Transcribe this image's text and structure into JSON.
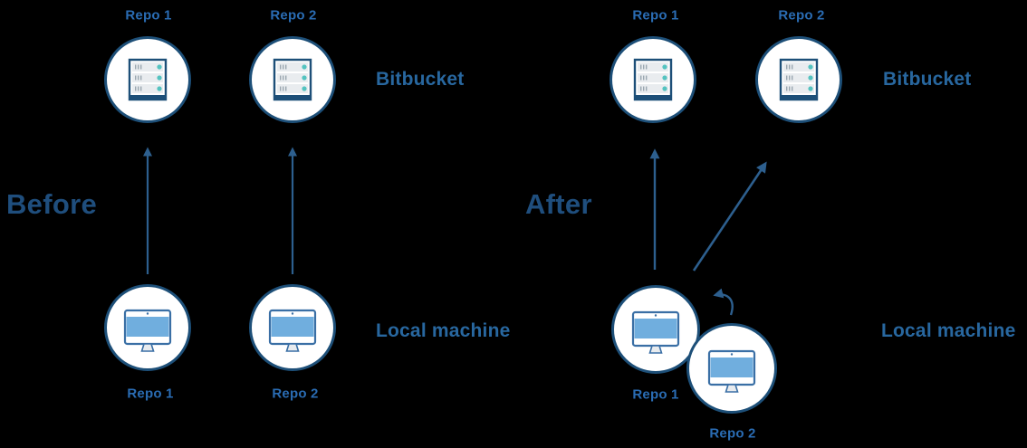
{
  "diagram": {
    "description": "Before and after diagram of two Bitbucket repositories and local machine repositories",
    "colors": {
      "background": "#000000",
      "title_navy": "#1f4e7d",
      "label_blue": "#2a6cb3",
      "side_label_blue": "#28679f",
      "circle_border": "#1d4f78",
      "arrow": "#2d5f8e",
      "screen_blue": "#70aede",
      "server_row_gray": "#e9ecef",
      "teal_dot": "#54c3c0"
    },
    "before": {
      "title": "Before",
      "bitbucket_label": "Bitbucket",
      "local_label": "Local machine",
      "remote_repos": [
        {
          "label": "Repo 1"
        },
        {
          "label": "Repo 2"
        }
      ],
      "local_repos": [
        {
          "label": "Repo 1"
        },
        {
          "label": "Repo 2"
        }
      ],
      "connections": [
        {
          "from": "local Repo 1",
          "to": "remote Repo 1",
          "style": "straight-up"
        },
        {
          "from": "local Repo 2",
          "to": "remote Repo 2",
          "style": "straight-up"
        }
      ]
    },
    "after": {
      "title": "After",
      "bitbucket_label": "Bitbucket",
      "local_label": "Local machine",
      "remote_repos": [
        {
          "label": "Repo 1"
        },
        {
          "label": "Repo 2"
        }
      ],
      "local_repos": [
        {
          "label": "Repo 1"
        },
        {
          "label": "Repo 2"
        }
      ],
      "connections": [
        {
          "from": "local Repo 1",
          "to": "remote Repo 1",
          "style": "straight-up"
        },
        {
          "from": "local Repo 1",
          "to": "remote Repo 2",
          "style": "diagonal-up"
        },
        {
          "from": "local Repo 2",
          "to": "local Repo 1",
          "style": "curved"
        }
      ]
    },
    "icons": [
      "server-icon",
      "desktop-computer-icon",
      "arrow-up-icon",
      "curved-arrow-icon"
    ]
  }
}
